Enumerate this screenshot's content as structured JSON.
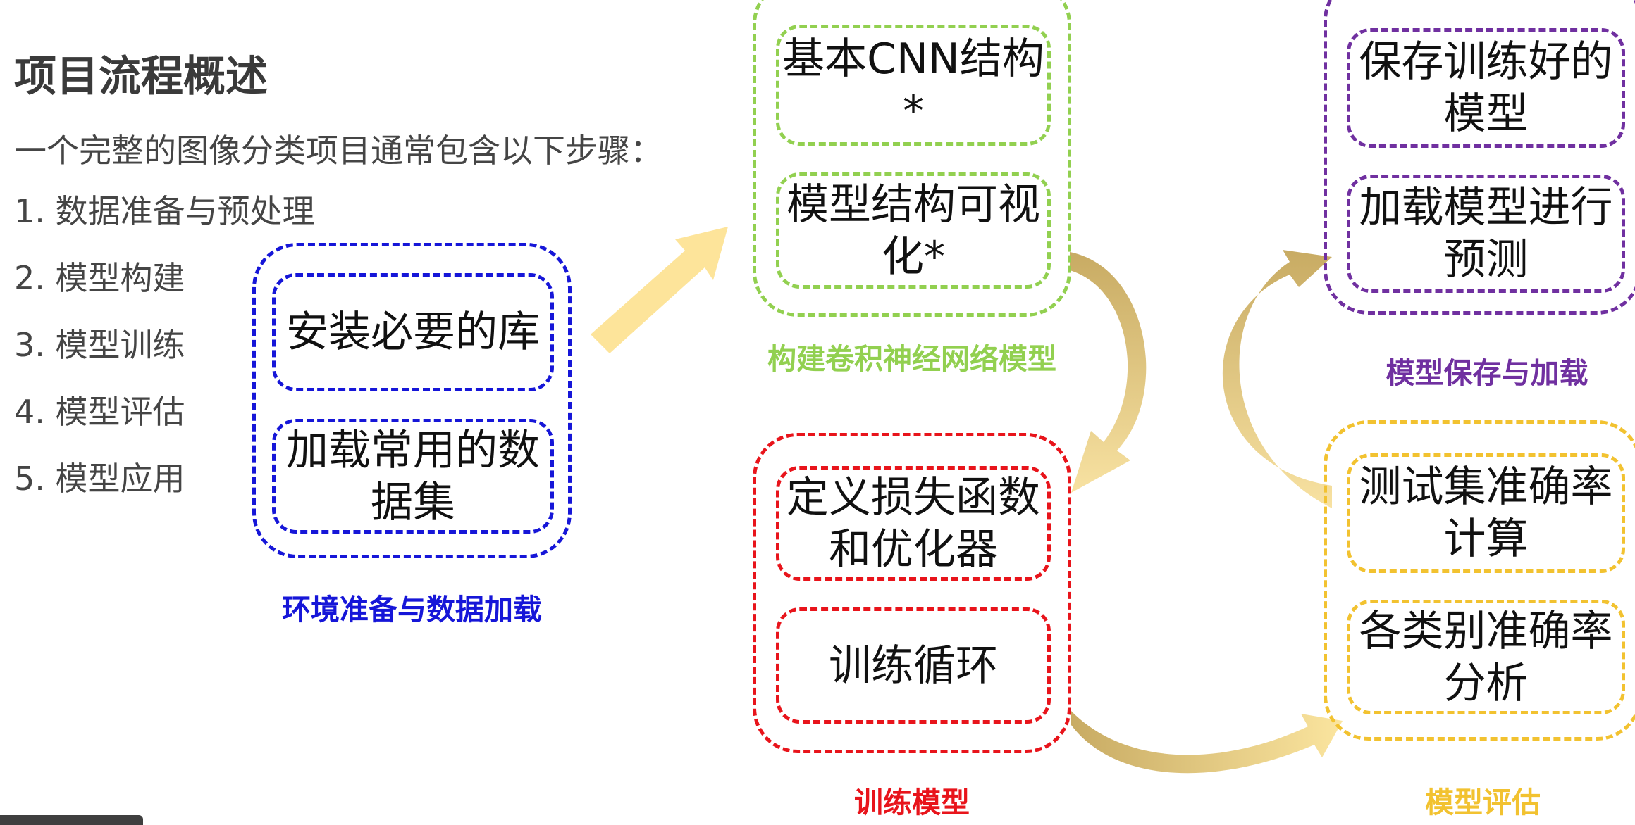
{
  "heading": "项目流程概述",
  "intro": "一个完整的图像分类项目通常包含以下步骤：",
  "steps": [
    "1. 数据准备与预处理",
    "2. 模型构建",
    "3. 模型训练",
    "4. 模型评估",
    "5. 模型应用"
  ],
  "groups": {
    "env": {
      "caption": "环境准备与数据加载",
      "color": "#1616d8",
      "items": [
        "安装必要的库",
        "加载常用的数据集"
      ]
    },
    "cnn": {
      "caption": "构建卷积神经网络模型",
      "color": "#92d050",
      "items": [
        "基本CNN结构*",
        "模型结构可视化*"
      ]
    },
    "train": {
      "caption": "训练模型",
      "color": "#e8141b",
      "items": [
        "定义损失函数和优化器",
        "训练循环"
      ]
    },
    "eval": {
      "caption": "模型评估",
      "color": "#f2c230",
      "items": [
        "测试集准确率计算",
        "各类别准确率分析"
      ]
    },
    "save": {
      "caption": "模型保存与加载",
      "color": "#7030a0",
      "items": [
        "保存训练好的模型",
        "加载模型进行预测"
      ]
    }
  }
}
